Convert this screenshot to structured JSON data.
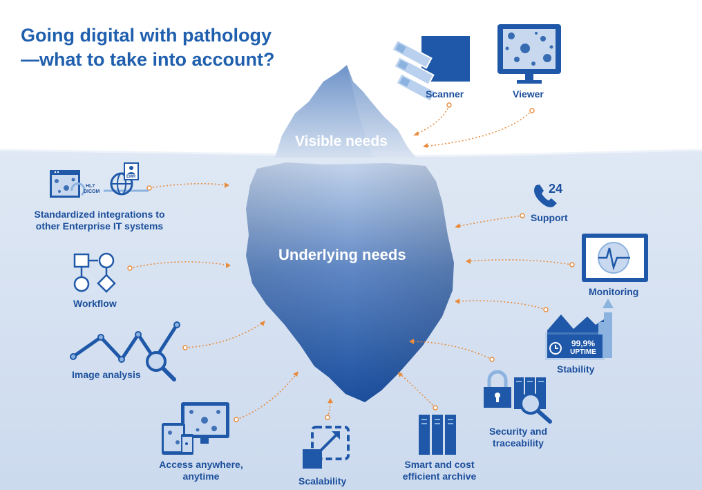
{
  "title": {
    "line1": "Going digital with pathology",
    "line2": "—what to take into account?"
  },
  "iceberg": {
    "visible_label": "Visible needs",
    "underlying_label": "Underlying needs"
  },
  "items": {
    "scanner": "Scanner",
    "viewer": "Viewer",
    "integrations": [
      "Standardized integrations to",
      "other Enterprise IT systems"
    ],
    "workflow": "Workflow",
    "image_analysis": "Image analysis",
    "access": [
      "Access anywhere,",
      "anytime"
    ],
    "scalability": "Scalability",
    "archive": [
      "Smart and cost",
      "efficient archive"
    ],
    "security": [
      "Security and",
      "traceability"
    ],
    "stability": "Stability",
    "monitoring": "Monitoring",
    "support": "Support"
  },
  "badges": {
    "support_hours": "24",
    "uptime_value": "99,9%",
    "uptime_label": "UPTIME",
    "emr": "EMR",
    "hl7": "HL7",
    "dicom": "DICOM"
  },
  "colors": {
    "title": "#1f5fae",
    "label": "#1c4f9c",
    "water": "#d6e2f1",
    "iceberg_top": "#a7bedf",
    "iceberg_bottom": "#1d4f9d",
    "arrow": "#e88a3a",
    "icon_dark": "#1f58a8",
    "icon_light": "#8cb3df"
  },
  "icons": [
    "scanner-icon",
    "viewer-monitor-icon",
    "integration-icon",
    "workflow-icon",
    "image-analysis-icon",
    "devices-icon",
    "scalability-icon",
    "archive-icon",
    "security-icon",
    "stability-chart-icon",
    "monitoring-icon",
    "phone-icon"
  ]
}
